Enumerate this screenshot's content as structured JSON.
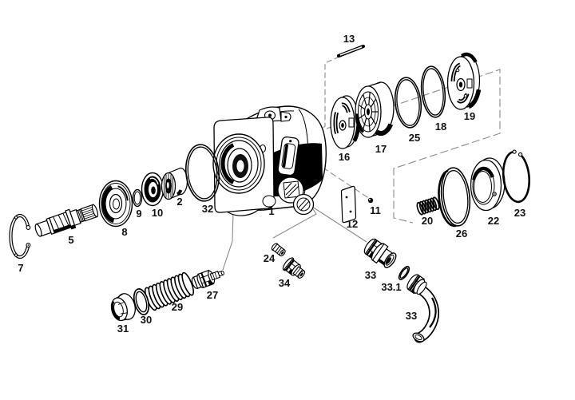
{
  "diagram": {
    "kind": "exploded-parts-diagram",
    "colors": {
      "background": "#ffffff",
      "ink": "#000000",
      "leader": "#8a8a8a",
      "label": "#111111"
    }
  },
  "part_labels": {
    "p1": "1",
    "p2": "2",
    "p5": "5",
    "p7": "7",
    "p8": "8",
    "p9": "9",
    "p10": "10",
    "p11": "11",
    "p12": "12",
    "p13": "13",
    "p16": "16",
    "p17": "17",
    "p18": "18",
    "p19": "19",
    "p20": "20",
    "p22": "22",
    "p23": "23",
    "p24": "24",
    "p25": "25",
    "p26": "26",
    "p27": "27",
    "p29": "29",
    "p30": "30",
    "p31": "31",
    "p32": "32",
    "p33_union": "33",
    "p33_1": "33.1",
    "p33_hose": "33",
    "p34": "34"
  }
}
